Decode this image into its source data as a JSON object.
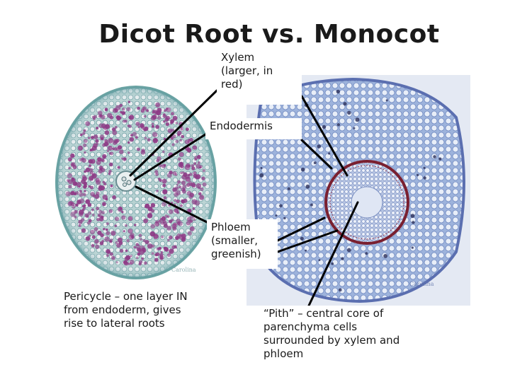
{
  "title": "Dicot Root vs. Monocot",
  "labels": {
    "xylem": [
      "Xylem",
      "(larger, in",
      "red)"
    ],
    "endodermis": [
      "Endodermis"
    ],
    "phloem": [
      "Phloem",
      "(smaller,",
      "greenish)"
    ],
    "pericycle": [
      "Pericycle – one layer IN",
      "from endoderm, gives",
      "rise to lateral roots"
    ],
    "pith": [
      "“Pith” – central core of",
      "parenchyma cells",
      "surrounded by xylem and",
      "phloem"
    ]
  },
  "colors": {
    "dicot_cortex": "#9fc3c6",
    "dicot_cells": "#8e3a86",
    "monocot_background": "#c9d6ea",
    "monocot_cortex": "#8fa9d4",
    "endodermis_ring": "#7a2030",
    "pointer_lines": "#000000"
  }
}
